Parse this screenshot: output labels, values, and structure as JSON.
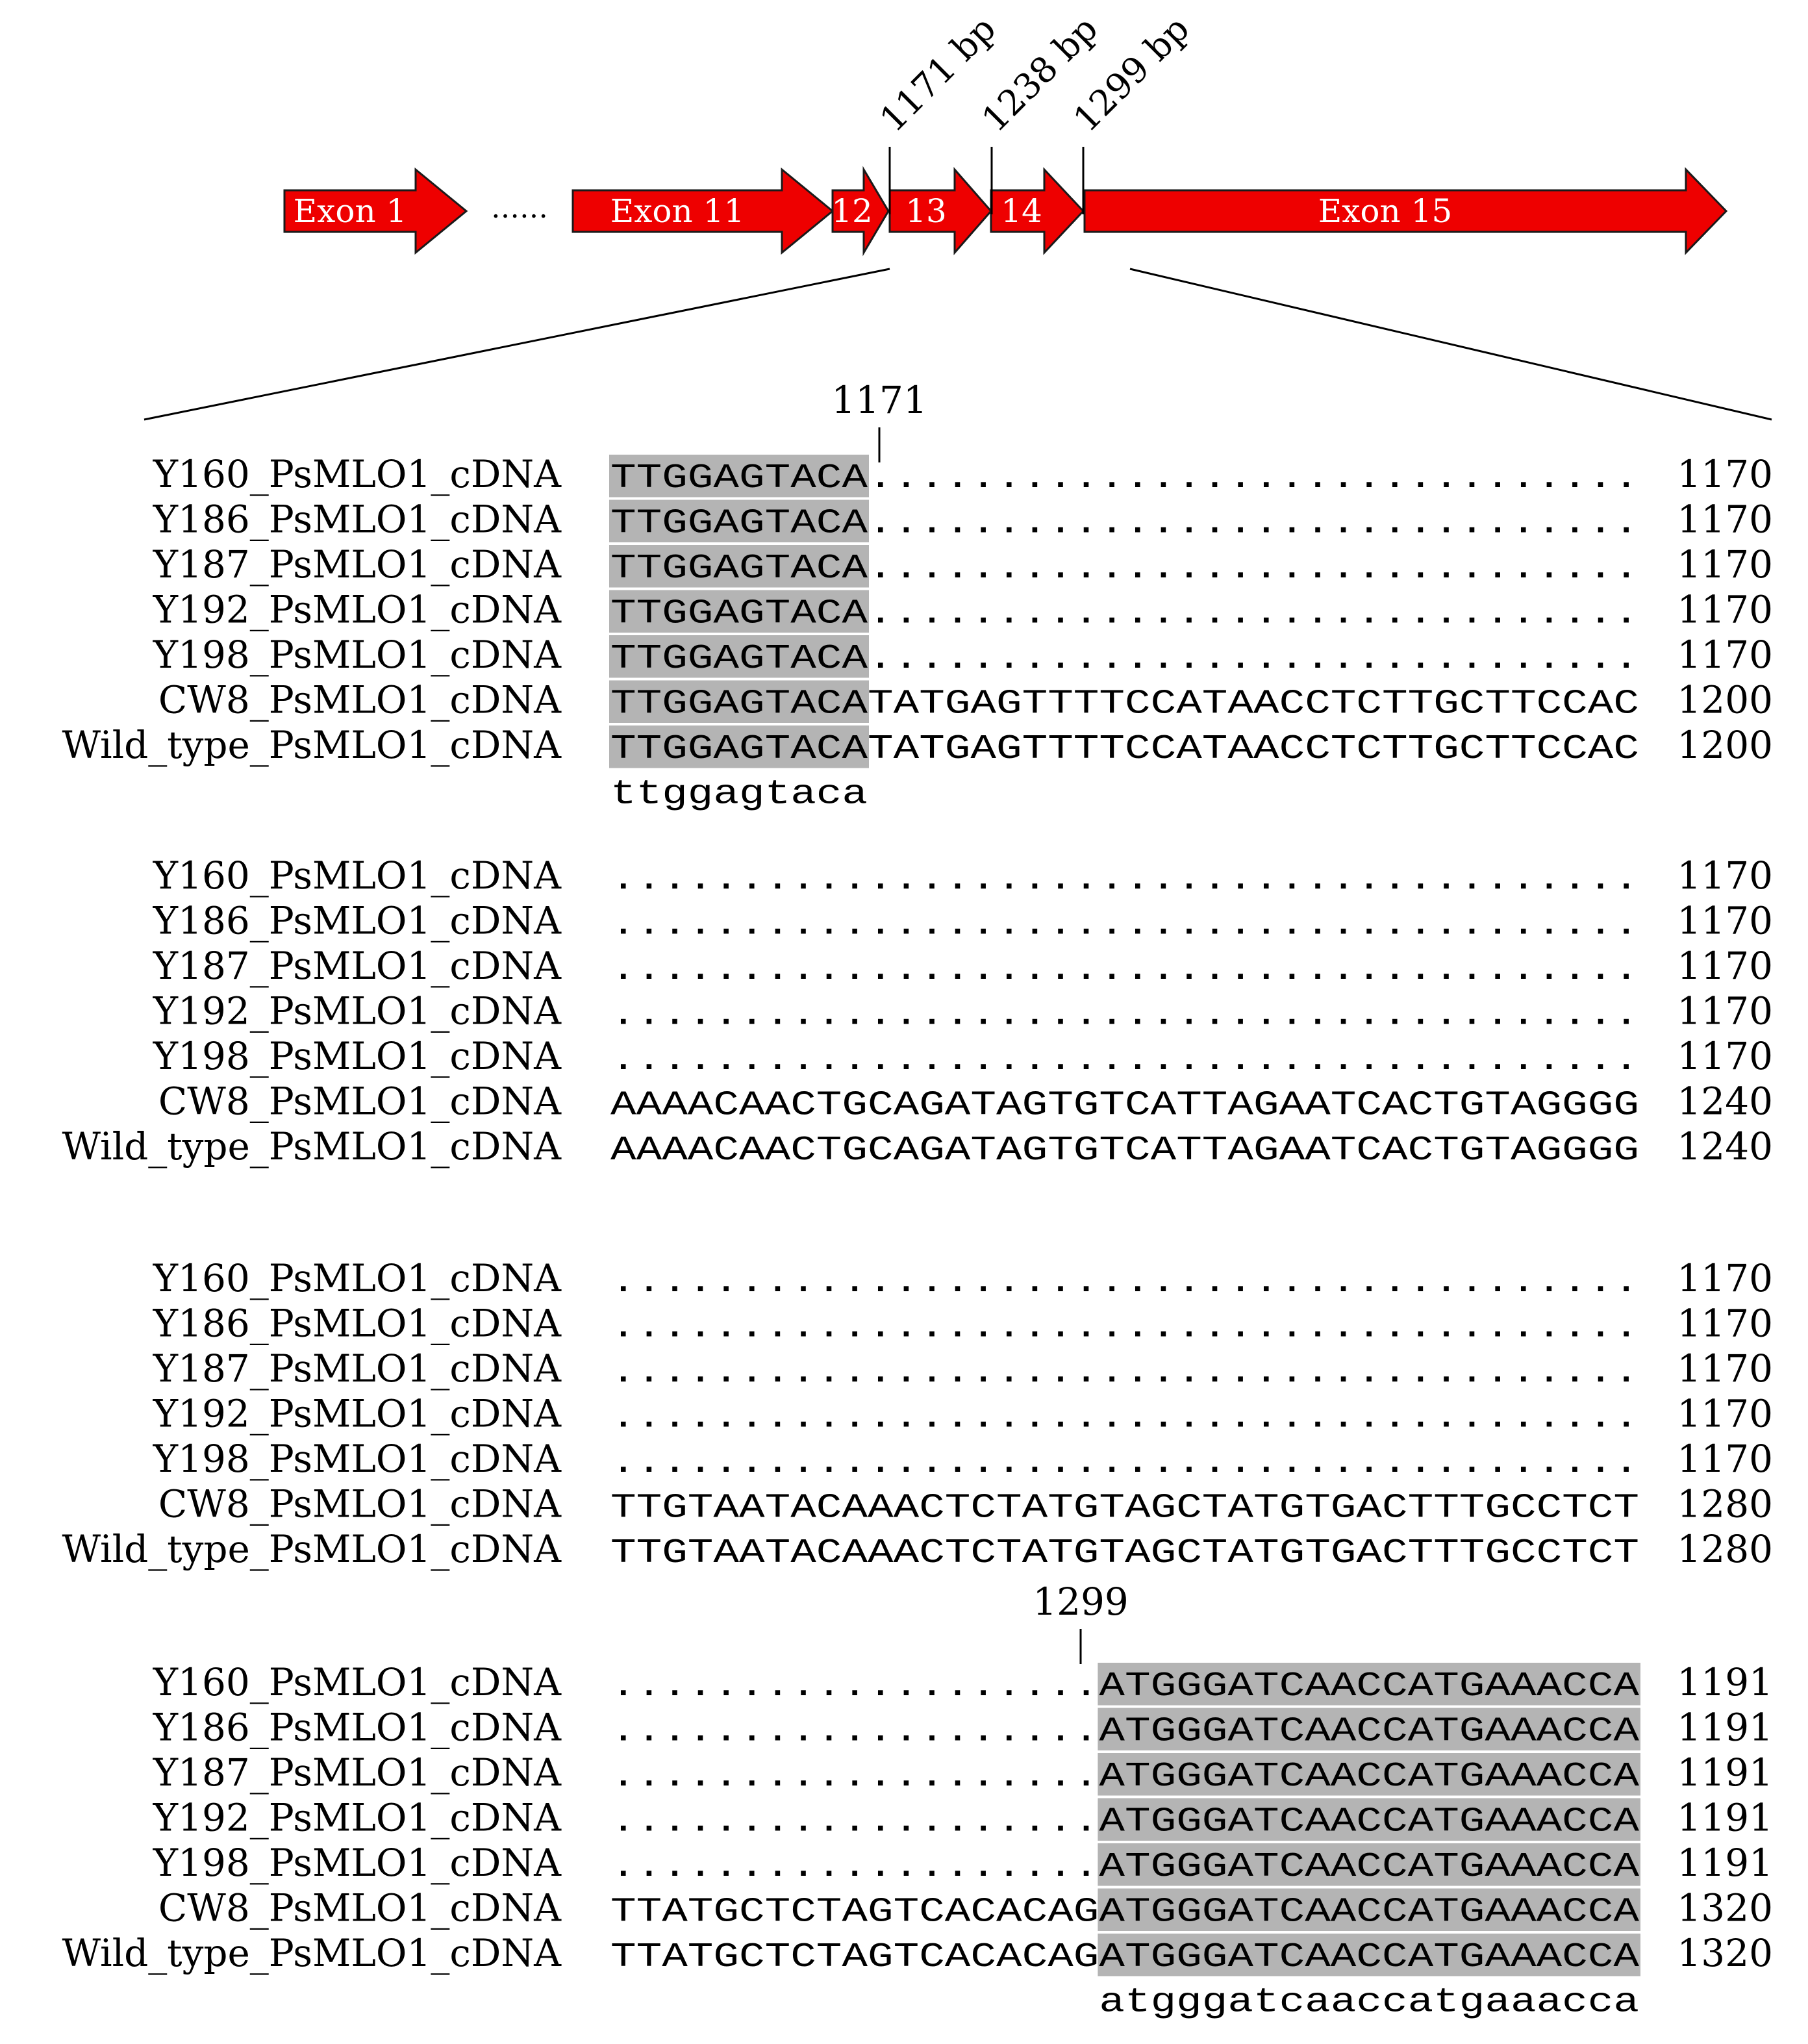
{
  "colors": {
    "exon_fill": "#ee0000",
    "exon_stroke": "#1a1a1a",
    "highlight": "#b4b4b4",
    "text": "#000000"
  },
  "gene_diagram": {
    "exons": [
      {
        "label": "Exon 1"
      },
      {
        "label": "Exon 11"
      },
      {
        "label": "12"
      },
      {
        "label": "13"
      },
      {
        "label": "14"
      },
      {
        "label": "Exon 15"
      }
    ],
    "ellipsis": "……",
    "markers": [
      "1171 bp",
      "1238 bp",
      "1299 bp"
    ]
  },
  "alignment": {
    "row_labels": [
      "Y160_PsMLO1_cDNA",
      "Y186_PsMLO1_cDNA",
      "Y187_PsMLO1_cDNA",
      "Y192_PsMLO1_cDNA",
      "Y198_PsMLO1_cDNA",
      "CW8_PsMLO1_cDNA",
      "Wild_type_PsMLO1_cDNA"
    ],
    "blocks": [
      {
        "marker": "1171",
        "sequences": [
          "TTGGAGTACA..............................",
          "TTGGAGTACA..............................",
          "TTGGAGTACA..............................",
          "TTGGAGTACA..............................",
          "TTGGAGTACA..............................",
          "TTGGAGTACATATGAGTTTTCCATAACCTCTTGCTTCCAC",
          "TTGGAGTACATATGAGTTTTCCATAACCTCTTGCTTCCAC"
        ],
        "positions": [
          "1170",
          "1170",
          "1170",
          "1170",
          "1170",
          "1200",
          "1200"
        ],
        "consensus": "ttggagtaca"
      },
      {
        "sequences": [
          "........................................",
          "........................................",
          "........................................",
          "........................................",
          "........................................",
          "AAAACAACTGCAGATAGTGTCATTAGAATCACTGTAGGGG",
          "AAAACAACTGCAGATAGTGTCATTAGAATCACTGTAGGGG"
        ],
        "positions": [
          "1170",
          "1170",
          "1170",
          "1170",
          "1170",
          "1240",
          "1240"
        ]
      },
      {
        "sequences": [
          "........................................",
          "........................................",
          "........................................",
          "........................................",
          "........................................",
          "TTGTAATACAAACTCTATGTAGCTATGTGACTTTGCCTCT",
          "TTGTAATACAAACTCTATGTAGCTATGTGACTTTGCCTCT"
        ],
        "positions": [
          "1170",
          "1170",
          "1170",
          "1170",
          "1170",
          "1280",
          "1280"
        ]
      },
      {
        "marker": "1299",
        "sequences": [
          "...................ATGGGATCAACCATGAAACCA",
          "...................ATGGGATCAACCATGAAACCA",
          "...................ATGGGATCAACCATGAAACCA",
          "...................ATGGGATCAACCATGAAACCA",
          "...................ATGGGATCAACCATGAAACCA",
          "TTATGCTCTAGTCACACAGATGGGATCAACCATGAAACCA",
          "TTATGCTCTAGTCACACAGATGGGATCAACCATGAAACCA"
        ],
        "positions": [
          "1191",
          "1191",
          "1191",
          "1191",
          "1191",
          "1320",
          "1320"
        ],
        "consensus": "atgggatcaaccatgaaacca"
      }
    ]
  }
}
